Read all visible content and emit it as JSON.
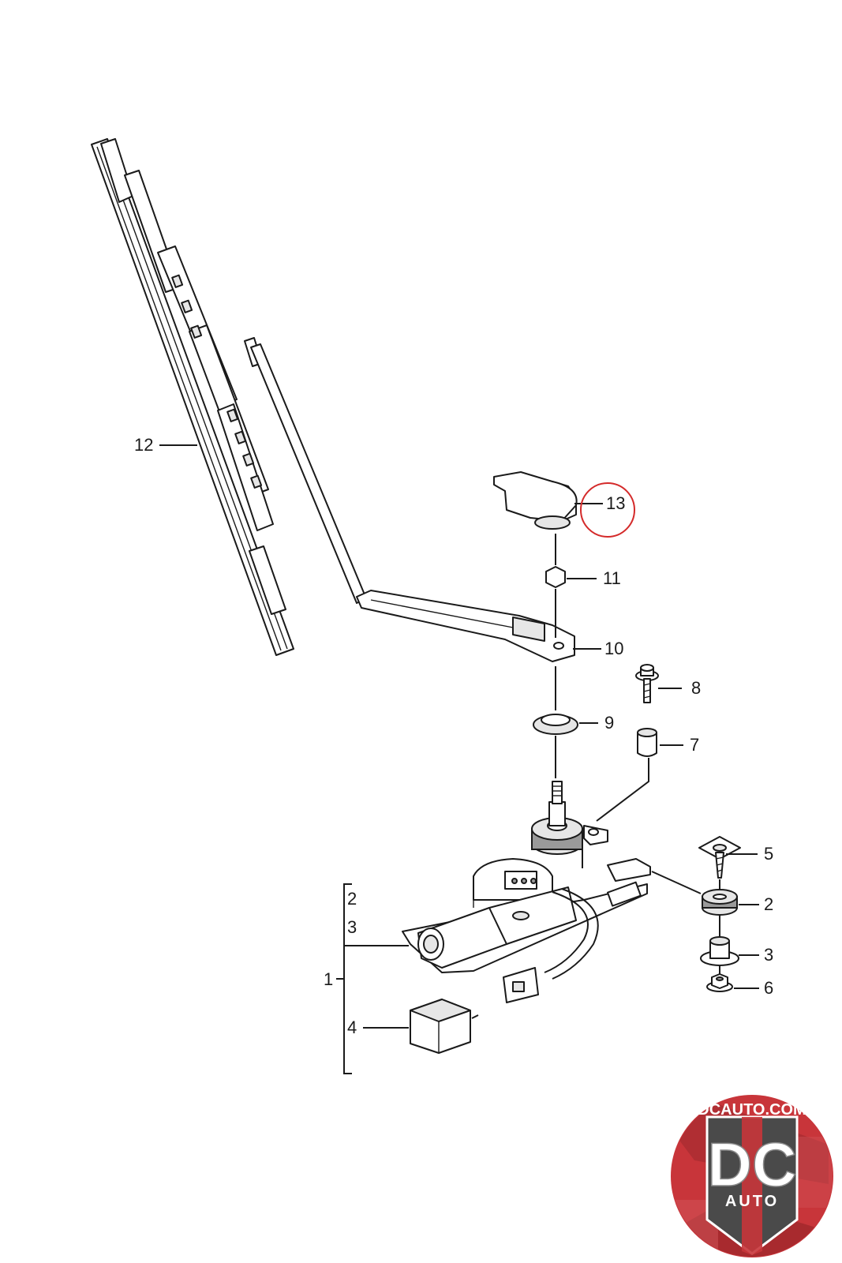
{
  "callouts": {
    "c1": "1",
    "c2_left": "2",
    "c3_left": "3",
    "c4": "4",
    "c5": "5",
    "c2_right": "2",
    "c3_right": "3",
    "c6": "6",
    "c7": "7",
    "c8": "8",
    "c9": "9",
    "c10": "10",
    "c11": "11",
    "c12": "12",
    "c13": "13"
  },
  "highlight_color": "#d42a2a",
  "logo": {
    "site": "DCAUTO.COM",
    "letters": "DC",
    "word": "AUTO",
    "red": "#c8353a",
    "badge": "#4a4a4a"
  }
}
